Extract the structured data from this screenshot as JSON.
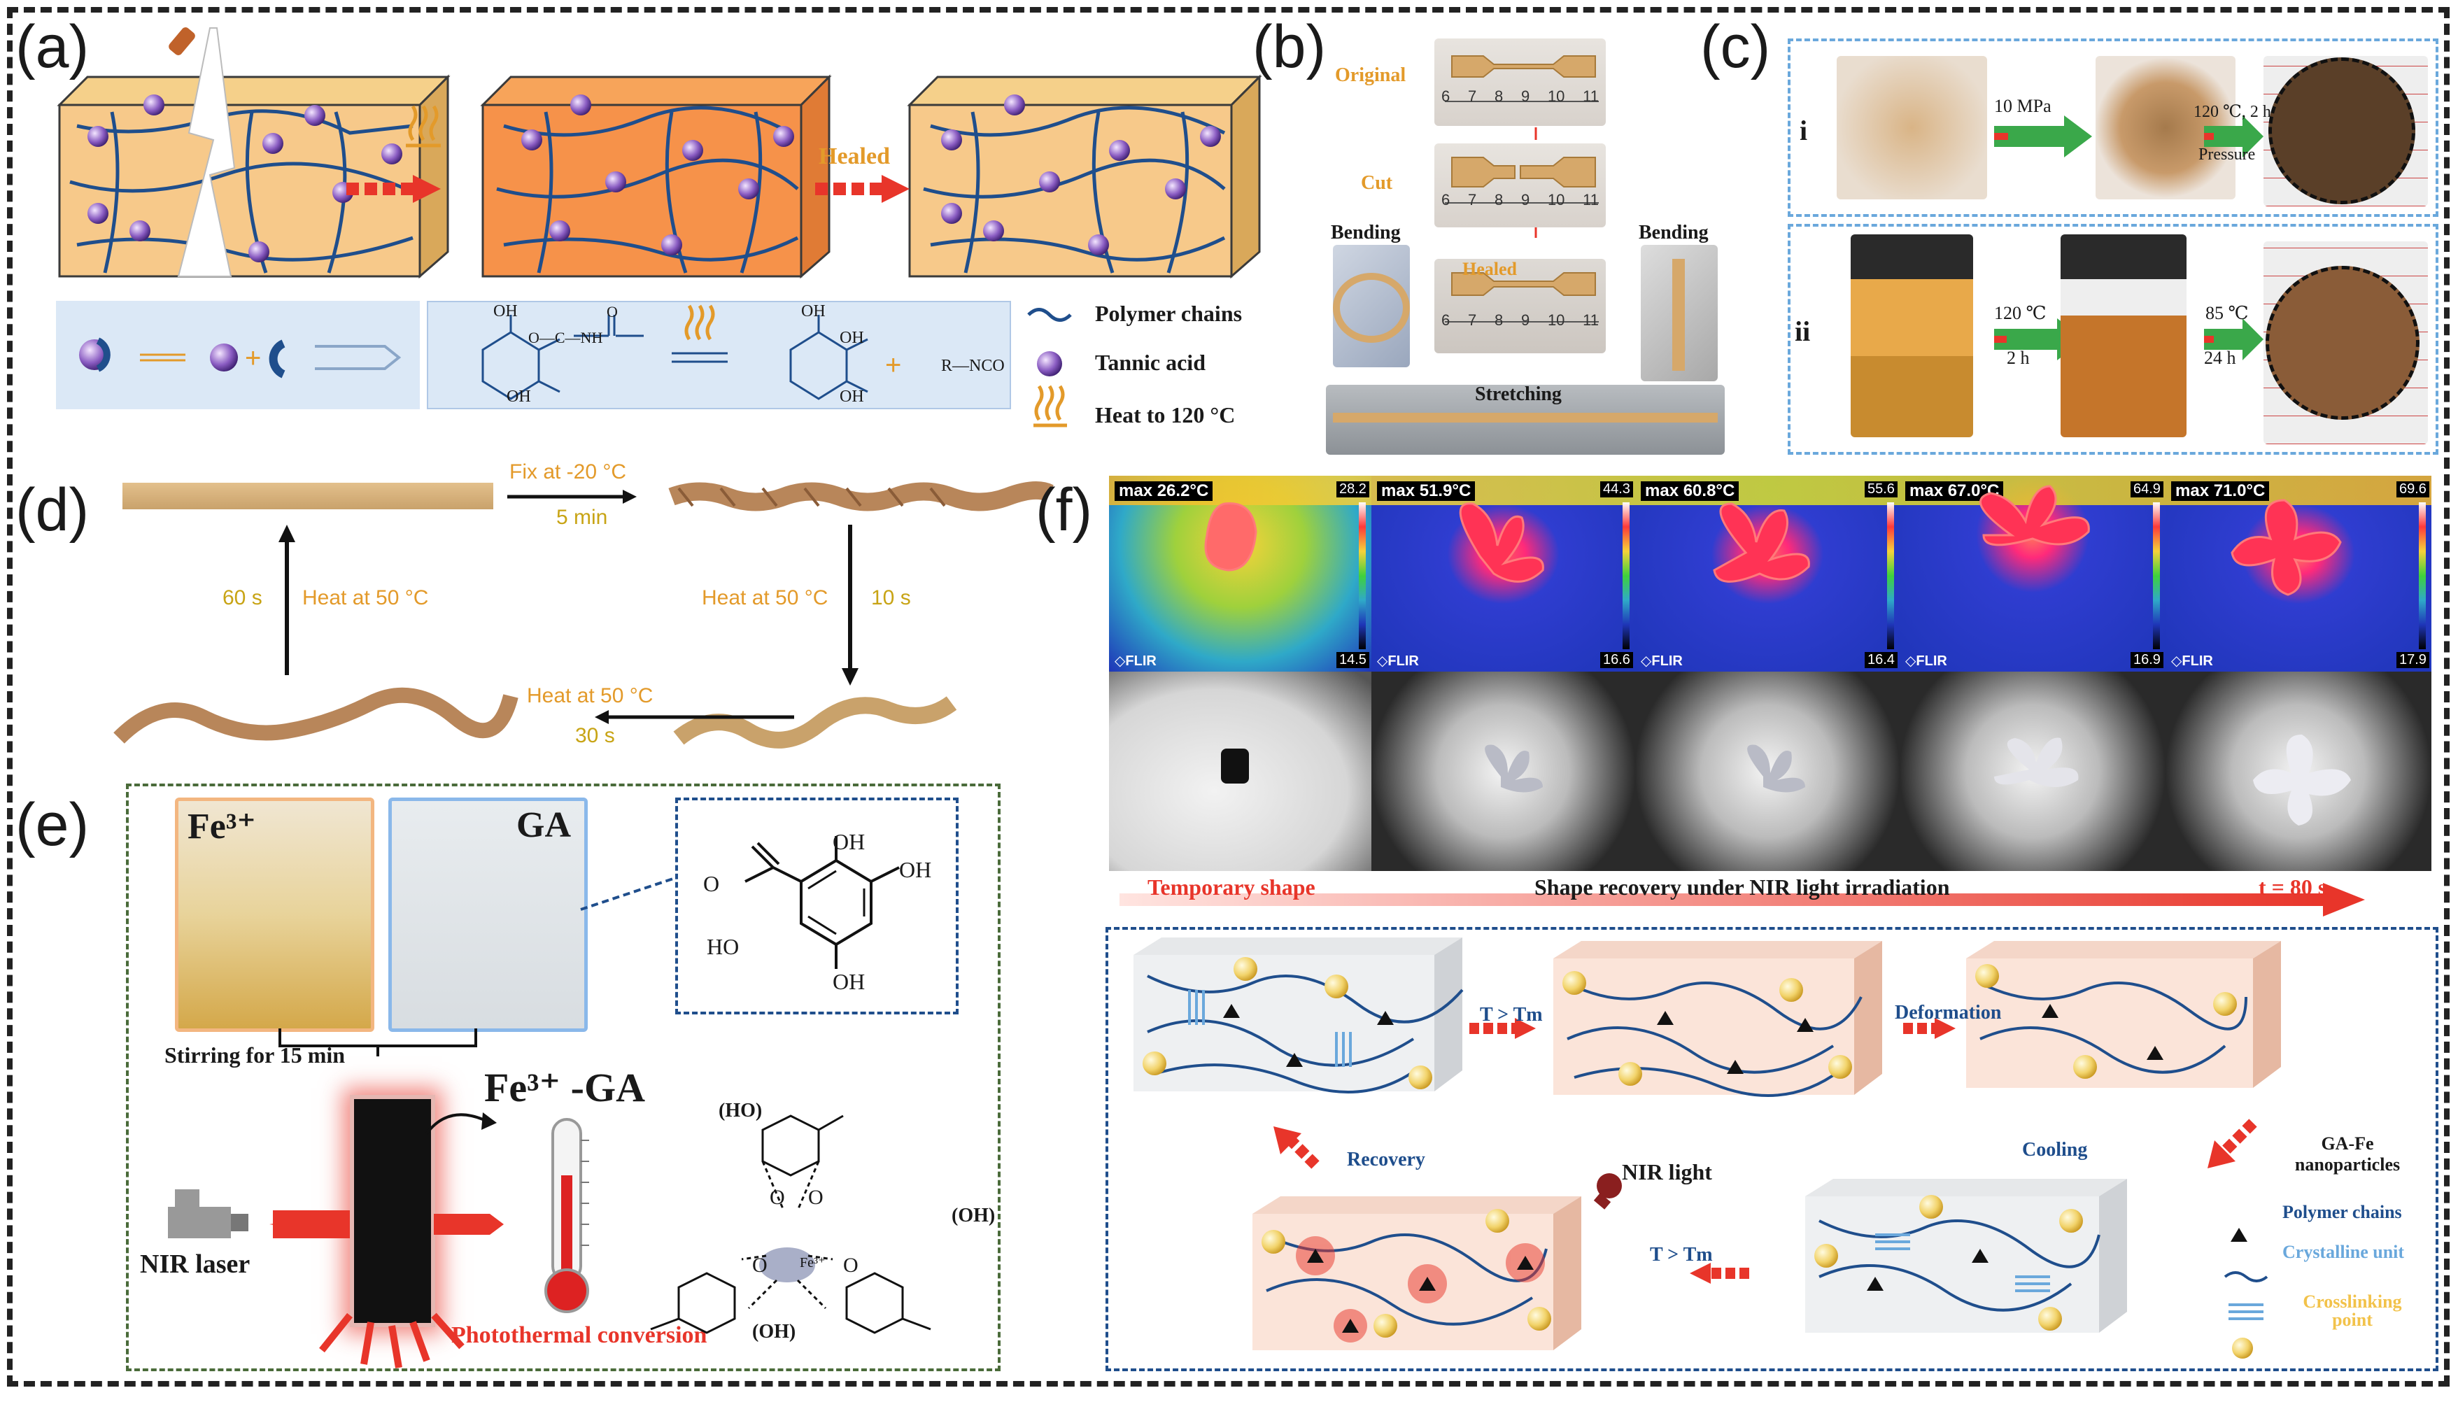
{
  "panels": {
    "a": {
      "label": "(a)",
      "healed": "Healed",
      "legend": [
        "Polymer chains",
        "Tannic acid",
        "Heat to 120 °C"
      ],
      "chem": {
        "oh": "OH",
        "urethane": "O—C—NH",
        "carbonyl": "O",
        "rnco": "R—NCO",
        "plus": "+"
      }
    },
    "b": {
      "label": "(b)",
      "steps": [
        "Original",
        "Cut",
        "Healed",
        "Stretching"
      ],
      "bending_left": "Bending",
      "bending_right": "Bending",
      "ruler_ticks": [
        "6",
        "7",
        "8",
        "9",
        "10",
        "11"
      ]
    },
    "c": {
      "label": "(c)",
      "row_i": {
        "label": "i",
        "step1": "10 MPa",
        "step2": "120 ℃, 2 h",
        "step2b": "Pressure"
      },
      "row_ii": {
        "label": "ii",
        "step1a": "120 ℃",
        "step1b": "2 h",
        "step2a": "85 ℃",
        "step2b": "24 h"
      }
    },
    "d": {
      "label": "(d)",
      "top_a": "Fix at -20 °C",
      "top_b": "5 min",
      "right_a": "Heat at 50 °C",
      "right_b": "10 s",
      "bottom_a": "Heat at 50 °C",
      "bottom_b": "30 s",
      "left_a": "60 s",
      "left_b": "Heat at 50 °C"
    },
    "e": {
      "label": "(e)",
      "fe": "Fe³⁺",
      "ga": "GA",
      "stirring": "Stirring for 15 min",
      "complex": "Fe³⁺ -GA",
      "laser": "NIR laser",
      "photothermal": "Photothermal conversion",
      "chem": {
        "oh": "OH",
        "ho": "HO",
        "o": "O",
        "ho_paren": "(HO)",
        "oh_paren": "(OH)",
        "fe_center": "Fe³⁺"
      }
    },
    "f": {
      "label": "(f)",
      "thermal": [
        {
          "max": "26.2",
          "scale_top": "28.2",
          "scale_bottom": "14.5"
        },
        {
          "max": "51.9",
          "scale_top": "44.3",
          "scale_bottom": "16.6"
        },
        {
          "max": "60.8",
          "scale_top": "55.6",
          "scale_bottom": "16.4"
        },
        {
          "max": "67.0",
          "scale_top": "64.9",
          "scale_bottom": "16.9"
        },
        {
          "max": "71.0",
          "scale_top": "69.6",
          "scale_bottom": "17.9"
        }
      ],
      "flir": "◇FLIR",
      "max_prefix": "max",
      "unit": "°C",
      "temporary": "Temporary shape",
      "recovery_caption": "Shape recovery under NIR light irradiation",
      "time": "t = 80 s",
      "mechanism": {
        "t_gt_tm_top": "T > Tm",
        "deformation": "Deformation",
        "cooling": "Cooling",
        "t_gt_tm_bottom": "T > Tm",
        "recovery": "Recovery",
        "nir_light": "NIR light",
        "legend": {
          "ga_fe": "GA-Fe nanoparticles",
          "chains": "Polymer chains",
          "crystal": "Crystalline unit",
          "cross": "Crosslinking point"
        }
      }
    }
  },
  "colors": {
    "accent_red": "#e8352a",
    "arrow_green": "#3aa84a",
    "orange_text": "#e39a2a",
    "gold_text": "#c8a415",
    "chain_blue": "#1f4e8c",
    "box_dash_blue": "#6aa8dc",
    "box_dash_green": "#4a6b3a"
  }
}
